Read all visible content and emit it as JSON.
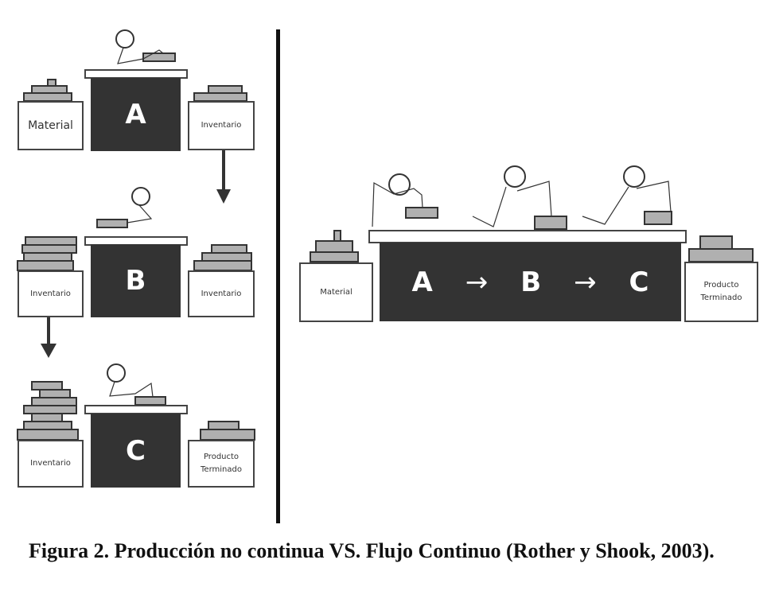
{
  "left_panel": {
    "stage_a": {
      "station": "A",
      "input_label": "Material",
      "output_label": "Inventario"
    },
    "stage_b": {
      "station": "B",
      "input_label": "Inventario",
      "output_label": "Inventario"
    },
    "stage_c": {
      "station": "C",
      "input_label": "Inventario",
      "output_label": "Producto Terminado"
    }
  },
  "right_panel": {
    "input_label": "Material",
    "stations": [
      "A",
      "B",
      "C"
    ],
    "arrow": "→",
    "output_label": "Producto Terminado"
  },
  "caption": {
    "label": "Figura 2.",
    "text": "Producción no continua VS. Flujo Continuo (Rother y Shook, 2003)."
  },
  "colors": {
    "station": "#333333",
    "stock": "#b0b0b0",
    "outline": "#444444"
  }
}
